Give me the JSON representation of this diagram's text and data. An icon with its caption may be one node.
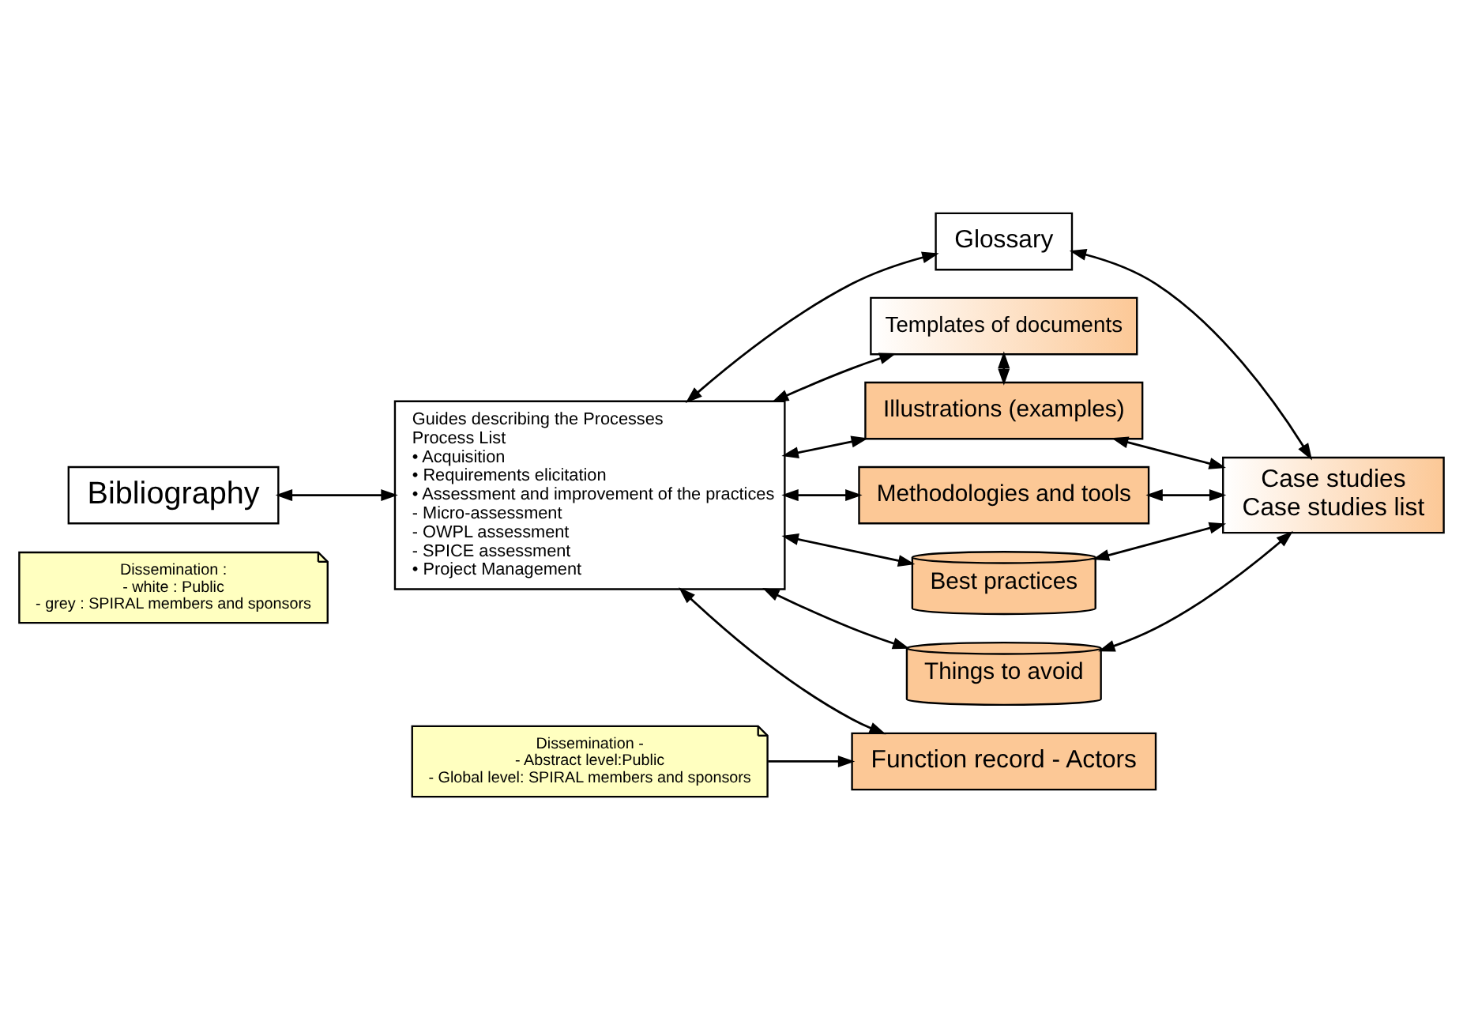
{
  "diagram": {
    "nodes": [
      {
        "text": [
          "Dissemination :",
          "- white : Public",
          "- grey : SPIRAL members and sponsors"
        ]
      },
      {
        "text": [
          "Bibliography"
        ]
      },
      {
        "text": [
          "Glossary"
        ]
      },
      {
        "text": [
          "Guides describing the Processes",
          "Process List",
          "• Acquisition",
          "• Requirements elicitation",
          "• Assessment and improvement of the practices",
          "- Micro-assessment",
          "- OWPL assessment",
          "- SPICE assessment",
          "• Project Management"
        ]
      },
      {
        "text": [
          "Templates of documents"
        ]
      },
      {
        "text": [
          "Illustrations (examples)"
        ]
      },
      {
        "text": [
          "Methodologies and tools"
        ]
      },
      {
        "text": [
          "Best practices"
        ]
      },
      {
        "text": [
          "Things to avoid"
        ]
      },
      {
        "text": [
          "Case studies",
          "Case studies list"
        ]
      },
      {
        "text": [
          "Dissemination -",
          "- Abstract level:Public",
          "- Global level: SPIRAL members and sponsors"
        ]
      },
      {
        "text": [
          "Function record - Actors"
        ]
      }
    ],
    "edges": [
      {
        "from": 2,
        "to": 3,
        "arrow": "both"
      },
      {
        "from": 2,
        "to": 9,
        "arrow": "both"
      },
      {
        "from": 1,
        "to": 3,
        "arrow": "both"
      },
      {
        "from": 3,
        "to": 4,
        "arrow": "both"
      },
      {
        "from": 3,
        "to": 5,
        "arrow": "both"
      },
      {
        "from": 3,
        "to": 6,
        "arrow": "both"
      },
      {
        "from": 3,
        "to": 7,
        "arrow": "both"
      },
      {
        "from": 3,
        "to": 8,
        "arrow": "both"
      },
      {
        "from": 4,
        "to": 5,
        "arrow": "both"
      },
      {
        "from": 5,
        "to": 9,
        "arrow": "both"
      },
      {
        "from": 6,
        "to": 9,
        "arrow": "both"
      },
      {
        "from": 7,
        "to": 9,
        "arrow": "both"
      },
      {
        "from": 8,
        "to": 9,
        "arrow": "both"
      },
      {
        "from": 3,
        "to": 11,
        "arrow": "both"
      },
      {
        "from": 10,
        "to": 11,
        "arrow": "to"
      }
    ]
  }
}
